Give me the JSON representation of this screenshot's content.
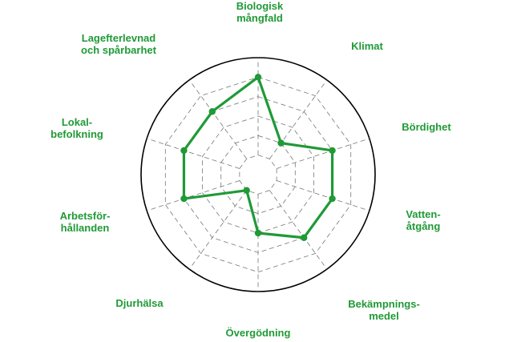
{
  "chart_data": {
    "type": "radar",
    "title": "",
    "axes": [
      {
        "label": [
          "Biologisk",
          "mångfald"
        ],
        "value": 5
      },
      {
        "label": [
          "Klimat"
        ],
        "value": 2
      },
      {
        "label": [
          "Bördighet"
        ],
        "value": 4
      },
      {
        "label": [
          "Vatten-",
          "åtgång"
        ],
        "value": 4
      },
      {
        "label": [
          "Bekämpnings-",
          "medel"
        ],
        "value": 4
      },
      {
        "label": [
          "Övergödning"
        ],
        "value": 3
      },
      {
        "label": [
          "Djurhälsa"
        ],
        "value": 1
      },
      {
        "label": [
          "Arbetsför-",
          "hållanden"
        ],
        "value": 4
      },
      {
        "label": [
          "Lokal-",
          "befolkning"
        ],
        "value": 4
      },
      {
        "label": [
          "Lagefterlevnad",
          "och spårbarhet"
        ],
        "value": 4
      }
    ],
    "rmax": 6,
    "rings": [
      1,
      2,
      3,
      4,
      5
    ],
    "grid": true,
    "series_color": "#1f9a36",
    "label_color": "#1f9a36"
  }
}
